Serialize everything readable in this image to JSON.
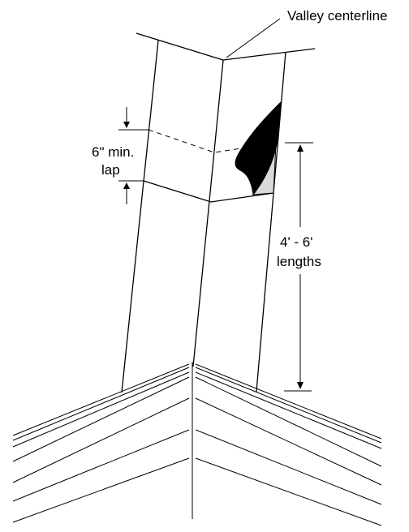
{
  "labels": {
    "valley": "Valley centerline",
    "lap_line1": "6\" min.",
    "lap_line2": "lap",
    "length_line1": "4' - 6'",
    "length_line2": "lengths"
  },
  "colors": {
    "stroke": "#000000",
    "peel_back": "#000000",
    "peel_under": "#d9d9d9"
  }
}
